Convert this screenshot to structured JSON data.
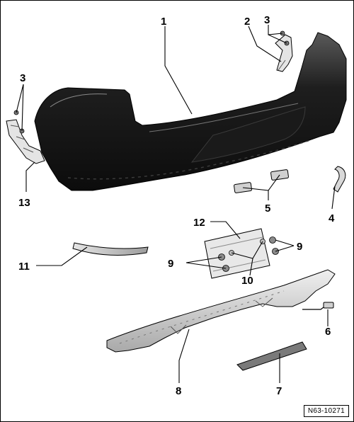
{
  "figure": {
    "reference_id": "N63-10271",
    "callouts": {
      "c1": "1",
      "c2": "2",
      "c3a": "3",
      "c3b": "3",
      "c4": "4",
      "c5": "5",
      "c6": "6",
      "c7": "7",
      "c8": "8",
      "c9a": "9",
      "c9b": "9",
      "c10": "10",
      "c11": "11",
      "c12": "12",
      "c13": "13"
    }
  }
}
